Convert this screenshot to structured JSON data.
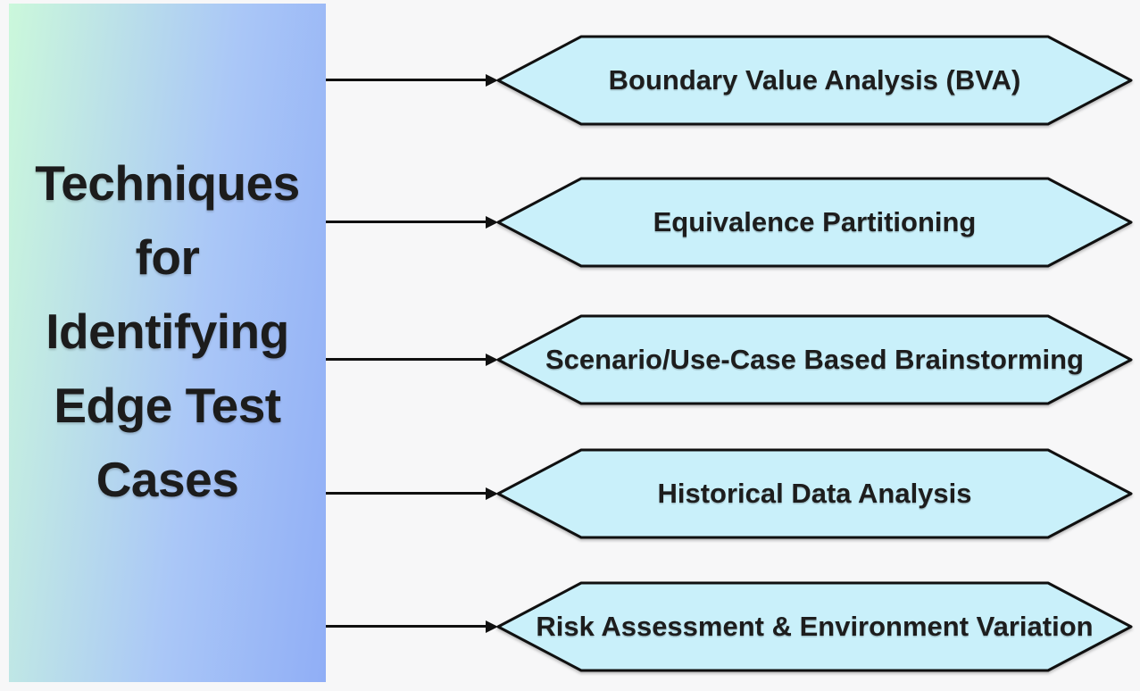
{
  "diagram": {
    "title": {
      "text": "Techniques for Identifying Edge Test Cases",
      "lines": [
        "Techniques",
        "for",
        "Identifying",
        "Edge Test",
        "Cases"
      ]
    },
    "nodes": [
      {
        "label": "Boundary Value Analysis (BVA)"
      },
      {
        "label": "Equivalence Partitioning"
      },
      {
        "label": "Scenario/Use-Case Based Brainstorming"
      },
      {
        "label": "Historical Data Analysis"
      },
      {
        "label": "Risk Assessment & Environment Variation"
      }
    ],
    "colors": {
      "background": "#f7f7f8",
      "panel_gradient_start": "#cbf8db",
      "panel_gradient_end": "#90aef6",
      "node_fill": "#c9f0fa",
      "node_border": "#101010",
      "arrow": "#101010",
      "text": "#1c1c1c"
    }
  }
}
